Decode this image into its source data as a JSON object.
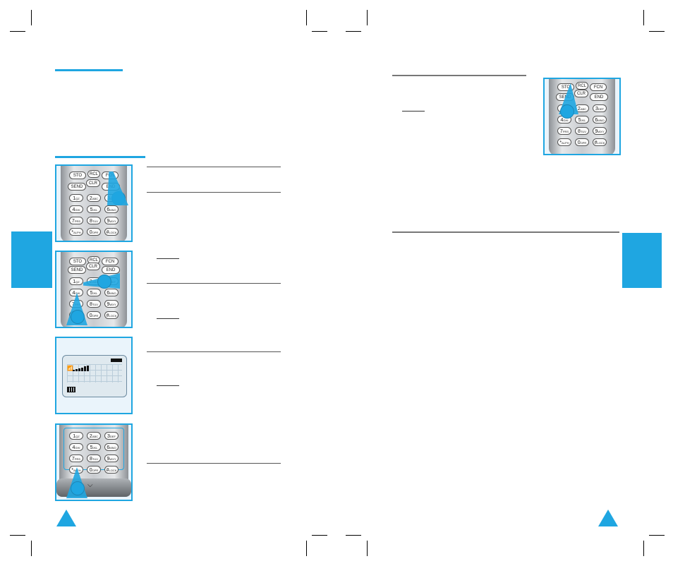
{
  "document": {
    "spread": "two-page manual spread",
    "colors": {
      "accent": "#1fa6e1",
      "rule": "#777777"
    }
  },
  "left_page": {
    "figures": [
      {
        "keys_row0": [
          "STO",
          "RCL",
          "FCN"
        ],
        "keys_row1": [
          "SEND",
          "CLR",
          "END"
        ]
      },
      {
        "keys_row0": [
          "STO",
          "RCL",
          "FCN"
        ],
        "keys_row1": [
          "SEND",
          "CLR",
          "END"
        ]
      },
      {
        "type": "lcd"
      },
      {
        "type": "keypad-bottom"
      }
    ],
    "keypad_rows": [
      [
        "1",
        "2",
        "3"
      ],
      [
        "4",
        "5",
        "6"
      ],
      [
        "7",
        "8",
        "9"
      ],
      [
        "*",
        "0",
        "#"
      ]
    ],
    "key_subs": [
      [
        "QZ",
        "ABC",
        "DEF"
      ],
      [
        "GHI",
        "JKL",
        "MNO"
      ],
      [
        "PRS",
        "TUV",
        "WXY"
      ],
      [
        "ALPH",
        "OPR",
        "LOCK"
      ]
    ]
  },
  "right_page": {
    "figure": {
      "keys_row0": [
        "STO",
        "RCL",
        "FCN"
      ],
      "keys_row1": [
        "SEND",
        "CLR",
        "END"
      ]
    }
  }
}
